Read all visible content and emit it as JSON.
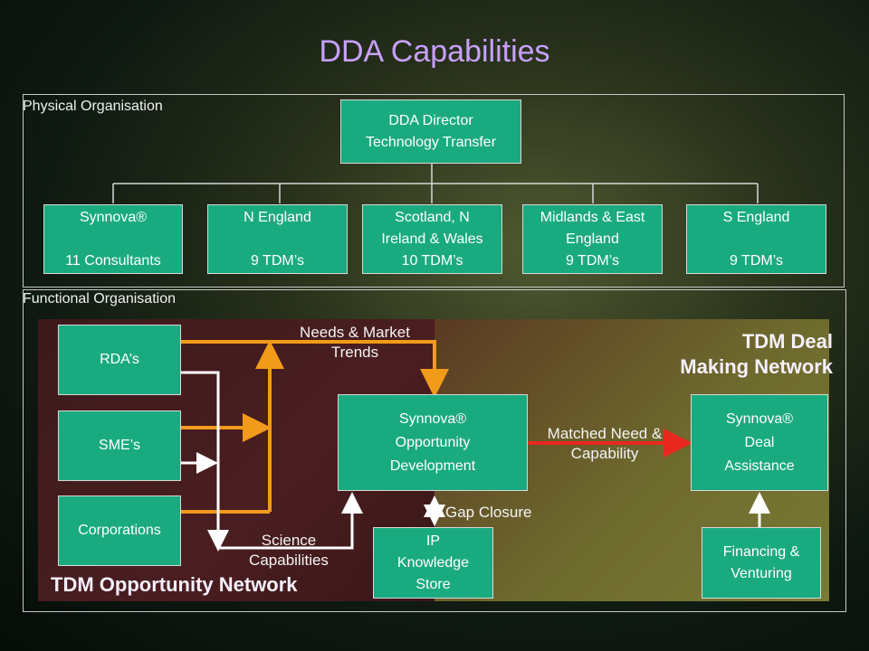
{
  "title": "DDA Capabilities",
  "physical": {
    "label": "Physical Organisation",
    "director": "DDA Director\nTechnology Transfer",
    "units": [
      "Synnova®\n\n11 Consultants",
      "N England\n\n9 TDM’s",
      "Scotland, N\nIreland & Wales\n10 TDM’s",
      "Midlands & East\nEngland\n9 TDM’s",
      "S England\n\n9 TDM’s"
    ]
  },
  "functional": {
    "label": "Functional Organisation",
    "sources": [
      "RDA’s",
      "SME’s",
      "Corporations"
    ],
    "opportunity_dev": "Synnova®\nOpportunity\nDevelopment",
    "deal_assistance": "Synnova®\nDeal\nAssistance",
    "ip_store": "IP\nKnowledge\nStore",
    "financing": "Financing &\nVenturing",
    "needs_label": "Needs & Market\nTrends",
    "science_label": "Science\nCapabilities",
    "matched_label": "Matched Need &\nCapability",
    "gap_label": "Gap Closure",
    "deal_network": "TDM Deal\nMaking Network",
    "opportunity_network": "TDM Opportunity Network"
  },
  "colors": {
    "box_fill": "#1aaa7f",
    "orange_arrow": "#f29a1a",
    "red_arrow": "#e8281e",
    "white_arrow": "#ffffff"
  }
}
